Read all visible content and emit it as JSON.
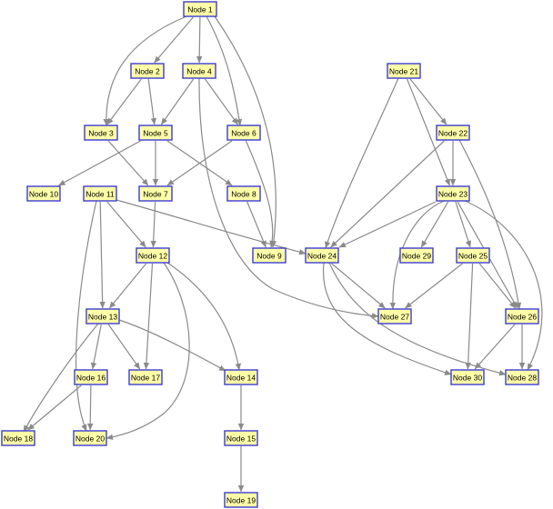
{
  "nodes": [
    {
      "id": "n1",
      "label": "Node 1"
    },
    {
      "id": "n2",
      "label": "Node 2"
    },
    {
      "id": "n3",
      "label": "Node 3"
    },
    {
      "id": "n4",
      "label": "Node 4"
    },
    {
      "id": "n5",
      "label": "Node 5"
    },
    {
      "id": "n6",
      "label": "Node 6"
    },
    {
      "id": "n7",
      "label": "Node 7"
    },
    {
      "id": "n8",
      "label": "Node 8"
    },
    {
      "id": "n9",
      "label": "Node 9"
    },
    {
      "id": "n10",
      "label": "Node 10"
    },
    {
      "id": "n11",
      "label": "Node 11"
    },
    {
      "id": "n12",
      "label": "Node 12"
    },
    {
      "id": "n13",
      "label": "Node 13"
    },
    {
      "id": "n14",
      "label": "Node 14"
    },
    {
      "id": "n15",
      "label": "Node 15"
    },
    {
      "id": "n16",
      "label": "Node 16"
    },
    {
      "id": "n17",
      "label": "Node 17"
    },
    {
      "id": "n18",
      "label": "Node 18"
    },
    {
      "id": "n19",
      "label": "Node 19"
    },
    {
      "id": "n20",
      "label": "Node 20"
    },
    {
      "id": "n21",
      "label": "Node 21"
    },
    {
      "id": "n22",
      "label": "Node 22"
    },
    {
      "id": "n23",
      "label": "Node 23"
    },
    {
      "id": "n24",
      "label": "Node 24"
    },
    {
      "id": "n25",
      "label": "Node 25"
    },
    {
      "id": "n26",
      "label": "Node 26"
    },
    {
      "id": "n27",
      "label": "Node 27"
    },
    {
      "id": "n28",
      "label": "Node 28"
    },
    {
      "id": "n29",
      "label": "Node 29"
    },
    {
      "id": "n30",
      "label": "Node 30"
    }
  ],
  "edges": [
    [
      "n1",
      "n2"
    ],
    [
      "n1",
      "n3"
    ],
    [
      "n1",
      "n4"
    ],
    [
      "n1",
      "n6"
    ],
    [
      "n1",
      "n9"
    ],
    [
      "n2",
      "n3"
    ],
    [
      "n2",
      "n5"
    ],
    [
      "n3",
      "n7"
    ],
    [
      "n4",
      "n5"
    ],
    [
      "n4",
      "n6"
    ],
    [
      "n4",
      "n27"
    ],
    [
      "n5",
      "n7"
    ],
    [
      "n5",
      "n8"
    ],
    [
      "n5",
      "n10"
    ],
    [
      "n6",
      "n7"
    ],
    [
      "n6",
      "n9"
    ],
    [
      "n7",
      "n12"
    ],
    [
      "n8",
      "n9"
    ],
    [
      "n11",
      "n12"
    ],
    [
      "n11",
      "n13"
    ],
    [
      "n11",
      "n20"
    ],
    [
      "n11",
      "n24"
    ],
    [
      "n12",
      "n13"
    ],
    [
      "n12",
      "n14"
    ],
    [
      "n12",
      "n17"
    ],
    [
      "n12",
      "n20"
    ],
    [
      "n13",
      "n14"
    ],
    [
      "n13",
      "n16"
    ],
    [
      "n13",
      "n17"
    ],
    [
      "n13",
      "n18"
    ],
    [
      "n14",
      "n15"
    ],
    [
      "n15",
      "n19"
    ],
    [
      "n16",
      "n18"
    ],
    [
      "n16",
      "n20"
    ],
    [
      "n21",
      "n22"
    ],
    [
      "n21",
      "n23"
    ],
    [
      "n21",
      "n24"
    ],
    [
      "n22",
      "n23"
    ],
    [
      "n22",
      "n24"
    ],
    [
      "n22",
      "n26"
    ],
    [
      "n23",
      "n24"
    ],
    [
      "n23",
      "n25"
    ],
    [
      "n23",
      "n26"
    ],
    [
      "n23",
      "n27"
    ],
    [
      "n23",
      "n28"
    ],
    [
      "n23",
      "n29"
    ],
    [
      "n24",
      "n27"
    ],
    [
      "n24",
      "n28"
    ],
    [
      "n24",
      "n30"
    ],
    [
      "n25",
      "n26"
    ],
    [
      "n25",
      "n27"
    ],
    [
      "n25",
      "n30"
    ],
    [
      "n26",
      "n28"
    ],
    [
      "n26",
      "n30"
    ]
  ],
  "colors": {
    "node_fill": "#ffffa8",
    "node_border": "#3c3cd2",
    "edge": "#8a8a8a",
    "background": "#ffffff"
  }
}
